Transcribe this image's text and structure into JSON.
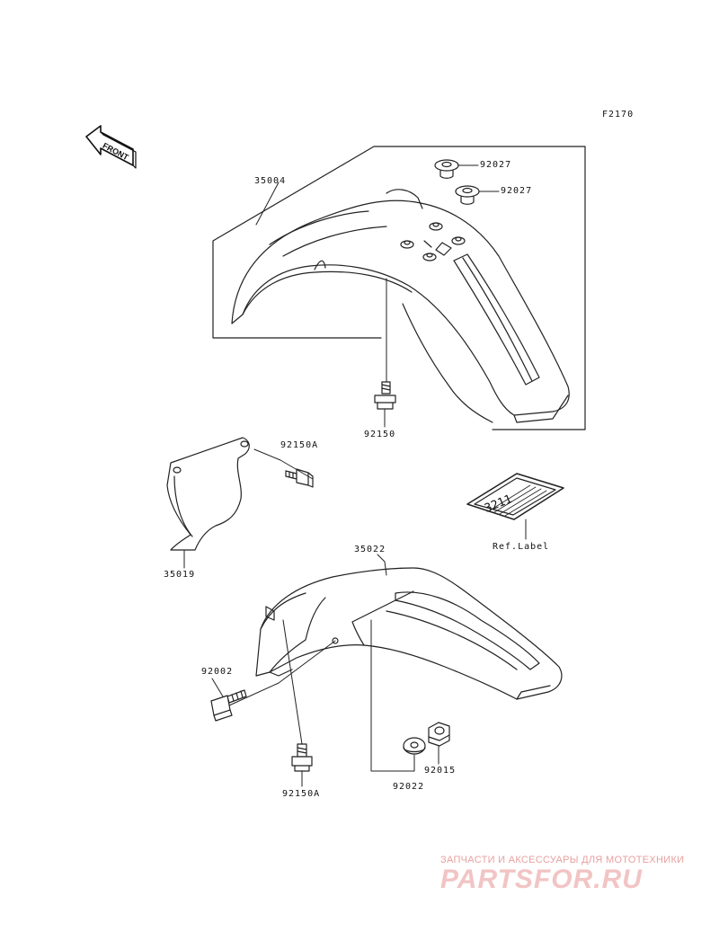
{
  "diagram_code": "F2170",
  "front_arrow_label": "FRONT",
  "parts": {
    "p35004": "35004",
    "p92027a": "92027",
    "p92027b": "92027",
    "p92150": "92150",
    "p92150A_top": "92150A",
    "p35019": "35019",
    "p35022": "35022",
    "p92002": "92002",
    "p92150A_bottom": "92150A",
    "p92022": "92022",
    "p92015": "92015",
    "ref_label": "Ref.Label",
    "ref_label_code": "3211"
  },
  "watermark": {
    "tagline": "ЗАПЧАСТИ И АКСЕССУАРЫ ДЛЯ МОТОТЕХНИКИ",
    "brand": "PARTSFOR.RU"
  },
  "colors": {
    "line": "#222222",
    "watermark_light": "#f2c4c4",
    "watermark_text": "#e8a0a0"
  }
}
